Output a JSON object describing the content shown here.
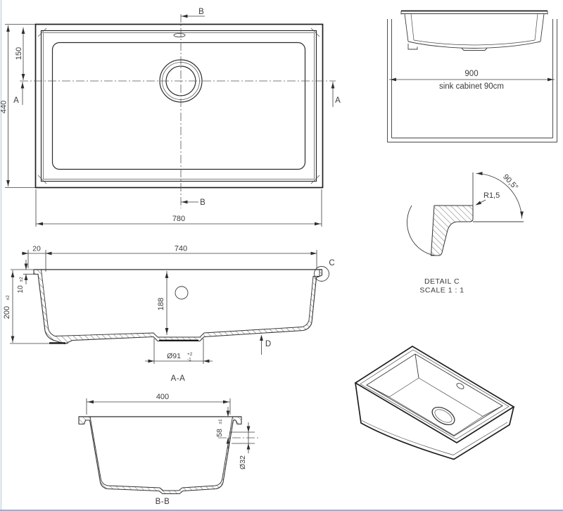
{
  "top_view": {
    "section_b": "B",
    "section_a": "A",
    "width": "780",
    "height": "440",
    "drain_offset": "150"
  },
  "cabinet": {
    "width": "900",
    "label": "sink cabinet 90cm"
  },
  "detail_c": {
    "angle": "90,5°",
    "radius": "R1,5",
    "title": "DETAIL C",
    "scale": "SCALE 1 : 1"
  },
  "section_aa": {
    "rim_width": "20",
    "inner_width": "740",
    "rim_height": "10",
    "rim_height_tol": "±2",
    "depth": "200",
    "depth_tol": "±2",
    "bowl_depth": "188",
    "drain_dia": "Ø91",
    "drain_tol_plus": "+2",
    "drain_tol_minus": "-1",
    "detail_label": "C",
    "bottom_label": "D",
    "caption": "A-A"
  },
  "section_bb": {
    "width": "400",
    "overflow_depth": "58",
    "overflow_depth_tol": "±1",
    "overflow_dia": "Ø32",
    "caption": "B-B"
  }
}
